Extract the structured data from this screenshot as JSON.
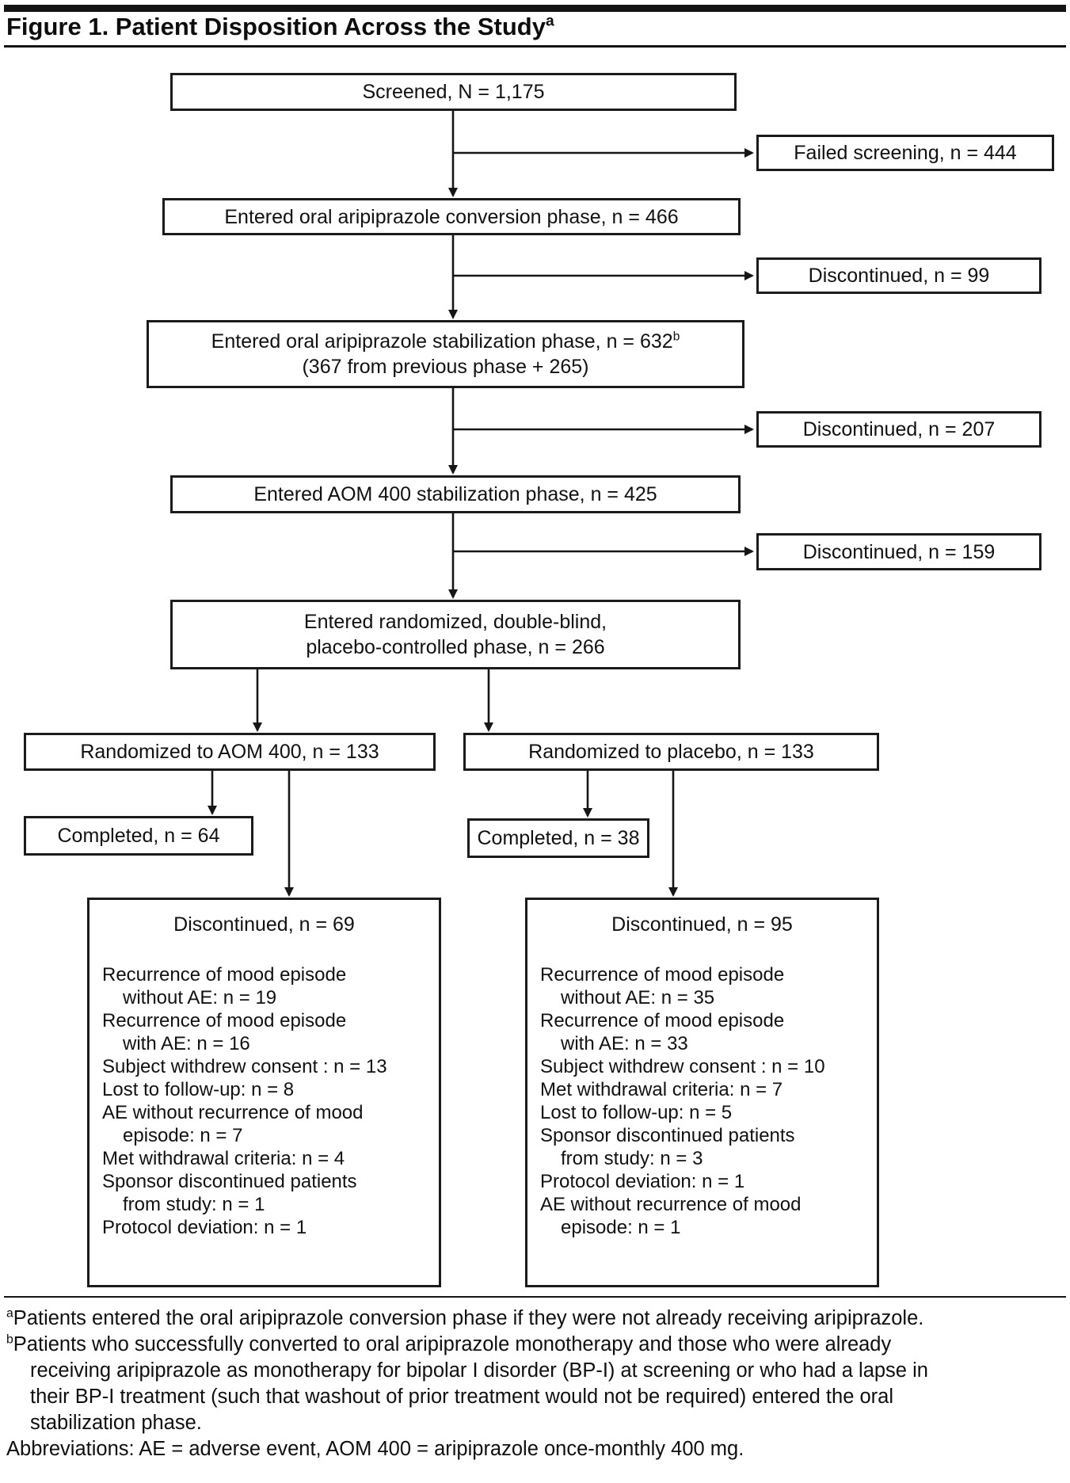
{
  "figure": {
    "title": "Figure 1. Patient Disposition Across the Study",
    "title_sup": "a"
  },
  "boxes": {
    "screened": "Screened, N = 1,175",
    "failed_screening": "Failed screening, n = 444",
    "conversion": "Entered oral aripiprazole conversion phase, n = 466",
    "discontinued_conversion": "Discontinued, n = 99",
    "oral_stabilization": {
      "line1": "Entered oral aripiprazole stabilization phase, n = 632",
      "sup": "b",
      "line2": "(367 from previous phase + 265)"
    },
    "discontinued_oral_stabilization": "Discontinued, n = 207",
    "aom_stabilization": "Entered AOM 400 stabilization phase, n = 425",
    "discontinued_aom_stabilization": "Discontinued, n = 159",
    "randomized_phase": {
      "line1": "Entered randomized, double-blind,",
      "line2": "placebo-controlled phase, n = 266"
    },
    "randomized_aom": "Randomized to AOM 400, n = 133",
    "randomized_placebo": "Randomized to placebo, n = 133",
    "completed_aom": "Completed, n = 64",
    "completed_placebo": "Completed, n = 38",
    "discontinued_aom": {
      "title": "Discontinued, n = 69",
      "items": [
        "Recurrence of mood episode\nwithout AE: n = 19",
        "Recurrence of mood episode\nwith AE: n = 16",
        "Subject withdrew consent : n = 13",
        "Lost to follow-up: n = 8",
        "AE without recurrence of mood\nepisode: n = 7",
        "Met withdrawal criteria: n = 4",
        "Sponsor discontinued patients\nfrom study: n = 1",
        "Protocol deviation: n = 1"
      ]
    },
    "discontinued_placebo": {
      "title": "Discontinued,  n = 95",
      "items": [
        "Recurrence of mood episode\nwithout AE: n = 35",
        "Recurrence of mood episode\nwith AE: n = 33",
        "Subject withdrew consent : n = 10",
        "Met withdrawal criteria: n = 7",
        "Lost to follow-up: n = 5",
        "Sponsor discontinued patients\nfrom study: n = 3",
        "Protocol deviation: n = 1",
        "AE without recurrence of mood\nepisode: n = 1"
      ]
    }
  },
  "footnotes": {
    "a_marker": "a",
    "a_text": "Patients entered the oral aripiprazole conversion phase if they were not already receiving aripiprazole.",
    "b_marker": "b",
    "b_text": "Patients who successfully converted to oral aripiprazole monotherapy and those who were already\nreceiving aripiprazole as monotherapy for bipolar I disorder (BP-I) at screening or who had a lapse in\ntheir BP-I treatment (such that washout of prior treatment would not be required) entered the oral\nstabilization phase.",
    "abbreviations": "Abbreviations: AE = adverse event, AOM 400 = aripiprazole once-monthly 400 mg."
  }
}
